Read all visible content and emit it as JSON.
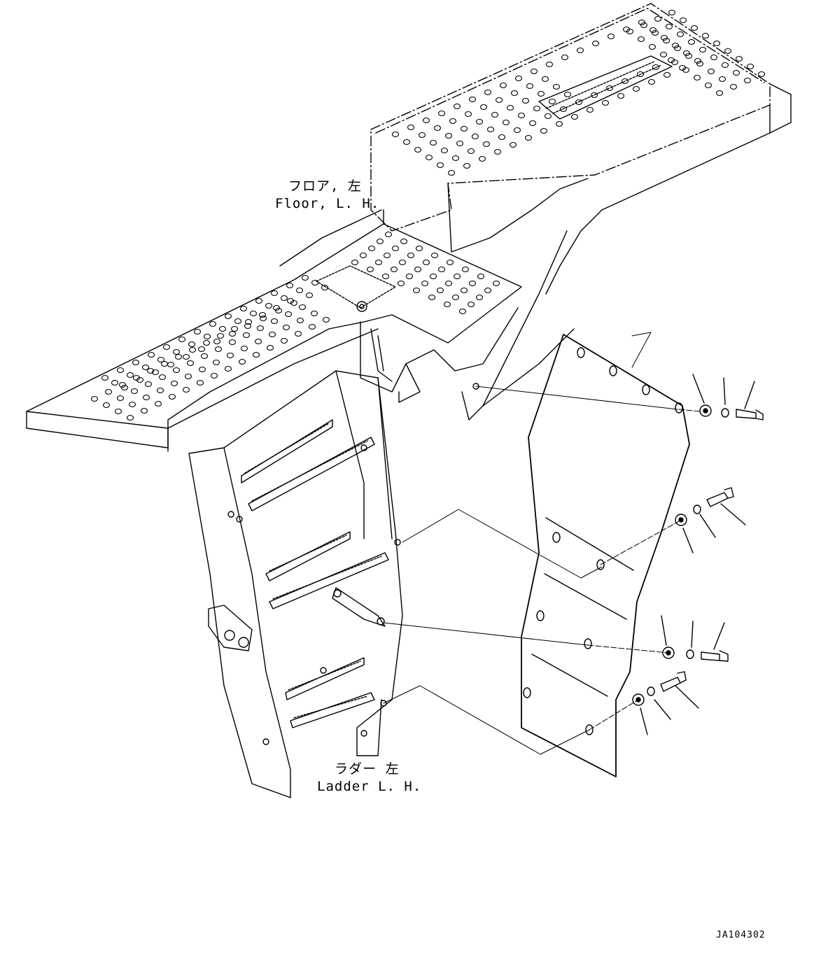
{
  "labels": {
    "floor_jp": "フロア, 左",
    "floor_en": "Floor, L. H.",
    "ladder_jp": "ラダー 左",
    "ladder_en": "Ladder L. H.",
    "drawing_code": "JA104302"
  },
  "colors": {
    "line": "#000000",
    "background": "#ffffff"
  }
}
